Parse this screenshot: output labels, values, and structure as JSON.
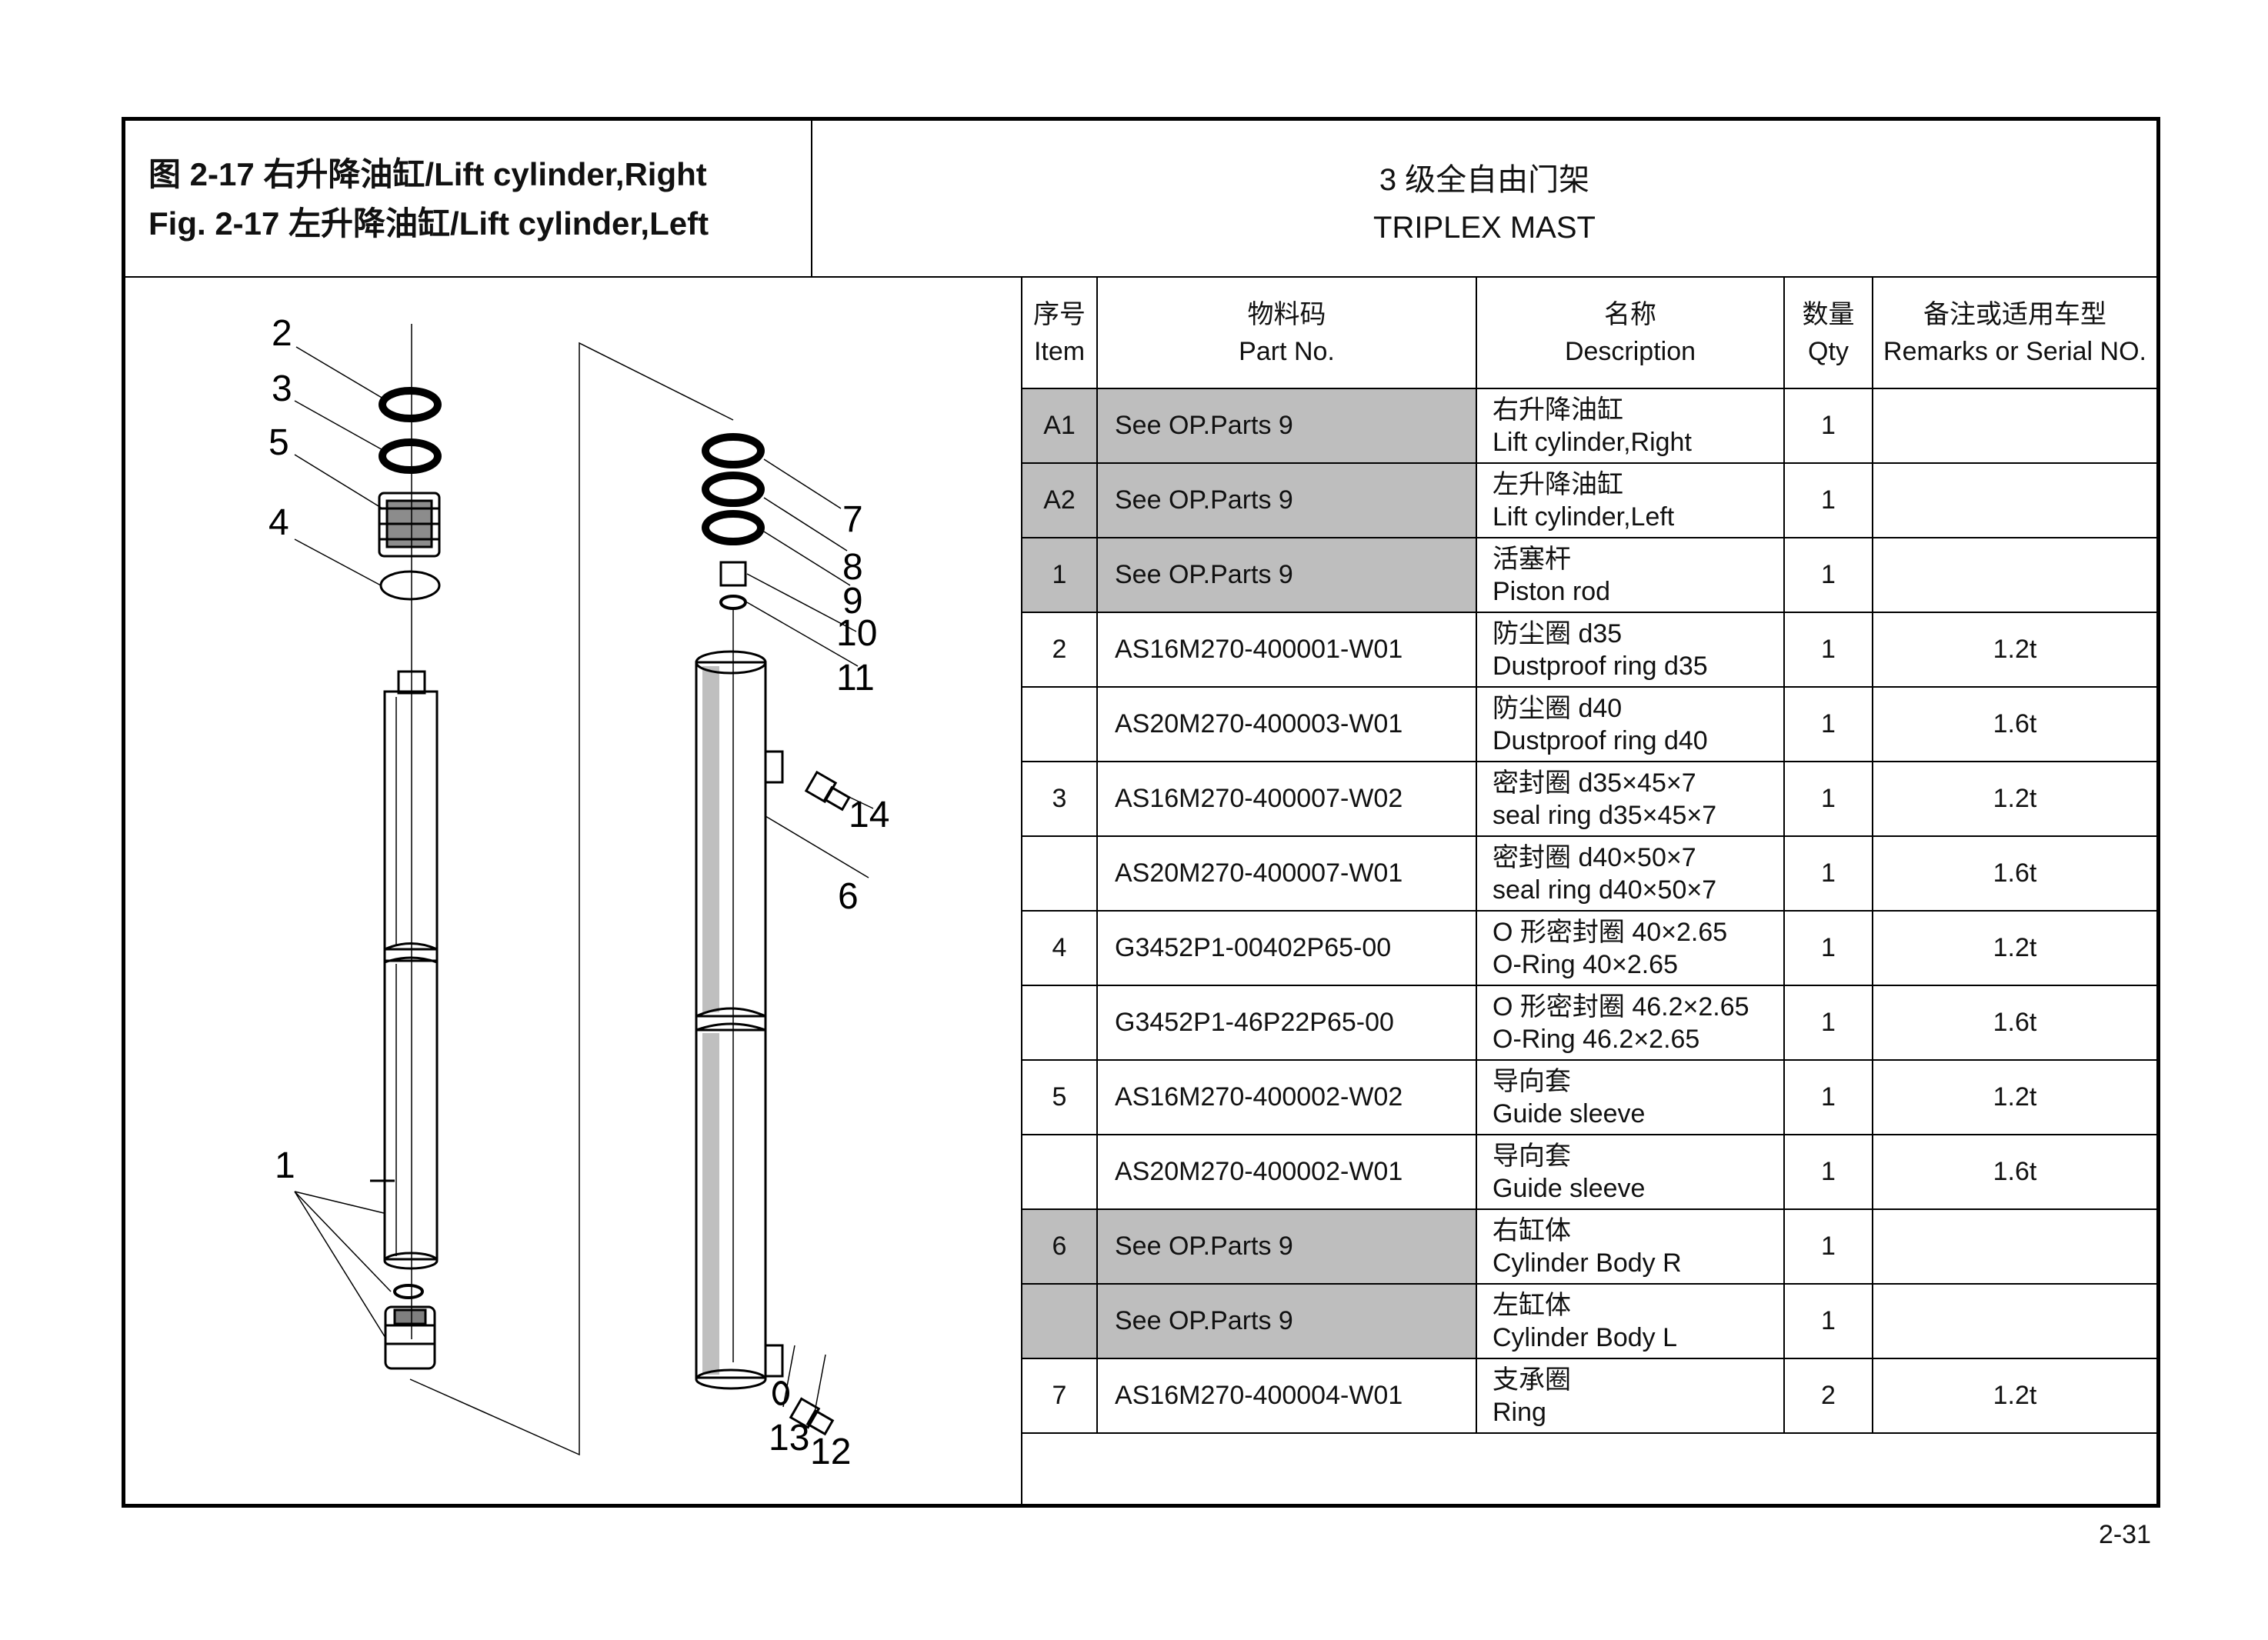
{
  "header": {
    "title_cn": "图 2-17  右升降油缸/Lift cylinder,Right",
    "title_en": "Fig. 2-17  左升降油缸/Lift cylinder,Left",
    "model_cn": "3 级全自由门架",
    "model_en": "TRIPLEX MAST"
  },
  "diagram": {
    "labels": [
      "2",
      "3",
      "5",
      "4",
      "1",
      "7",
      "8",
      "9",
      "10",
      "11",
      "14",
      "6",
      "13",
      "12"
    ]
  },
  "table": {
    "headers": [
      {
        "cn": "序号",
        "en": "Item"
      },
      {
        "cn": "物料码",
        "en": "Part No."
      },
      {
        "cn": "名称",
        "en": "Description"
      },
      {
        "cn": "数量",
        "en": "Qty"
      },
      {
        "cn": "备注或适用车型",
        "en": "Remarks or Serial NO."
      }
    ],
    "rows": [
      {
        "item": "A1",
        "part": "See OP.Parts 9",
        "desc_cn": "右升降油缸",
        "desc_en": "Lift cylinder,Right",
        "qty": "1",
        "remark": "",
        "shaded": true
      },
      {
        "item": "A2",
        "part": "See OP.Parts 9",
        "desc_cn": "左升降油缸",
        "desc_en": "Lift cylinder,Left",
        "qty": "1",
        "remark": "",
        "shaded": true
      },
      {
        "item": "1",
        "part": "See OP.Parts 9",
        "desc_cn": "活塞杆",
        "desc_en": "Piston rod",
        "qty": "1",
        "remark": "",
        "shaded": true
      },
      {
        "item": "2",
        "part": "AS16M270-400001-W01",
        "desc_cn": "防尘圈 d35",
        "desc_en": "Dustproof ring d35",
        "qty": "1",
        "remark": "1.2t",
        "shaded": false
      },
      {
        "item": "",
        "part": "AS20M270-400003-W01",
        "desc_cn": "防尘圈 d40",
        "desc_en": "Dustproof ring d40",
        "qty": "1",
        "remark": "1.6t",
        "shaded": false
      },
      {
        "item": "3",
        "part": "AS16M270-400007-W02",
        "desc_cn": "密封圈 d35×45×7",
        "desc_en": "seal ring d35×45×7",
        "qty": "1",
        "remark": "1.2t",
        "shaded": false
      },
      {
        "item": "",
        "part": "AS20M270-400007-W01",
        "desc_cn": "密封圈 d40×50×7",
        "desc_en": "seal ring d40×50×7",
        "qty": "1",
        "remark": "1.6t",
        "shaded": false
      },
      {
        "item": "4",
        "part": "G3452P1-00402P65-00",
        "desc_cn": "O 形密封圈 40×2.65",
        "desc_en": "O-Ring 40×2.65",
        "qty": "1",
        "remark": "1.2t",
        "shaded": false
      },
      {
        "item": "",
        "part": "G3452P1-46P22P65-00",
        "desc_cn": "O 形密封圈 46.2×2.65",
        "desc_en": "O-Ring 46.2×2.65",
        "qty": "1",
        "remark": "1.6t",
        "shaded": false
      },
      {
        "item": "5",
        "part": "AS16M270-400002-W02",
        "desc_cn": "导向套",
        "desc_en": "Guide sleeve",
        "qty": "1",
        "remark": "1.2t",
        "shaded": false
      },
      {
        "item": "",
        "part": "AS20M270-400002-W01",
        "desc_cn": "导向套",
        "desc_en": "Guide sleeve",
        "qty": "1",
        "remark": "1.6t",
        "shaded": false
      },
      {
        "item": "6",
        "part": "See OP.Parts 9",
        "desc_cn": "右缸体",
        "desc_en": "Cylinder Body R",
        "qty": "1",
        "remark": "",
        "shaded": true
      },
      {
        "item": "",
        "part": "See OP.Parts 9",
        "desc_cn": "左缸体",
        "desc_en": "Cylinder Body L",
        "qty": "1",
        "remark": "",
        "shaded": true
      },
      {
        "item": "7",
        "part": "AS16M270-400004-W01",
        "desc_cn": "支承圈",
        "desc_en": "Ring",
        "qty": "2",
        "remark": "1.2t",
        "shaded": false
      }
    ]
  },
  "page_number": "2-31"
}
